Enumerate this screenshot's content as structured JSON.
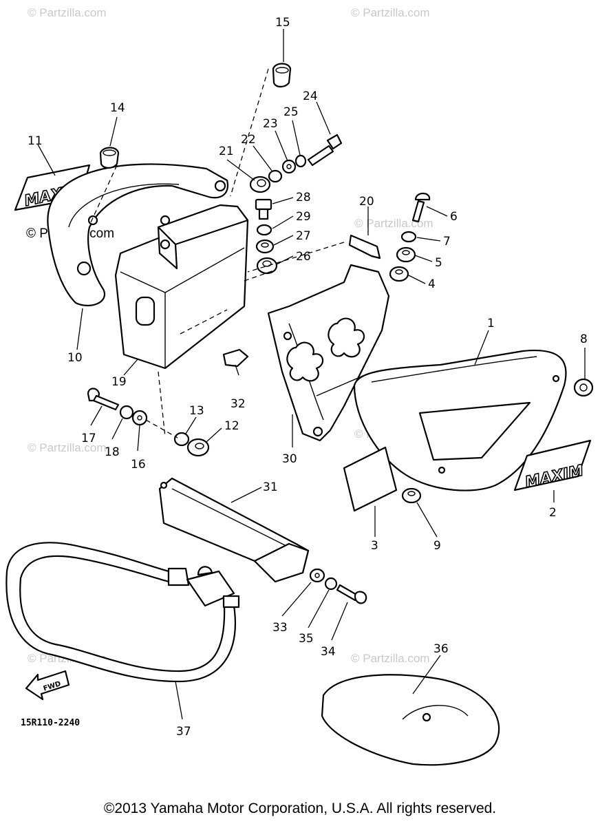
{
  "watermark": "© Partzilla.com",
  "watermark_dark": "© Partzilla.com",
  "diagram_code": "15R110-2240",
  "fwd_label": "FWD",
  "emblem_text": "MAXIM",
  "copyright": "©2013 Yamaha Motor Corporation, U.S.A. All rights reserved.",
  "callouts": {
    "c1": "1",
    "c2": "2",
    "c3": "3",
    "c4": "4",
    "c5": "5",
    "c6": "6",
    "c7": "7",
    "c8": "8",
    "c9": "9",
    "c10": "10",
    "c11": "11",
    "c12": "12",
    "c13": "13",
    "c14": "14",
    "c15": "15",
    "c16": "16",
    "c17": "17",
    "c18": "18",
    "c19": "19",
    "c20": "20",
    "c21": "21",
    "c22": "22",
    "c23": "23",
    "c24": "24",
    "c25": "25",
    "c26": "26",
    "c27": "27",
    "c28": "28",
    "c29": "29",
    "c30": "30",
    "c31": "31",
    "c32": "32",
    "c33": "33",
    "c34": "34",
    "c35": "35",
    "c36": "36",
    "c37": "37"
  }
}
